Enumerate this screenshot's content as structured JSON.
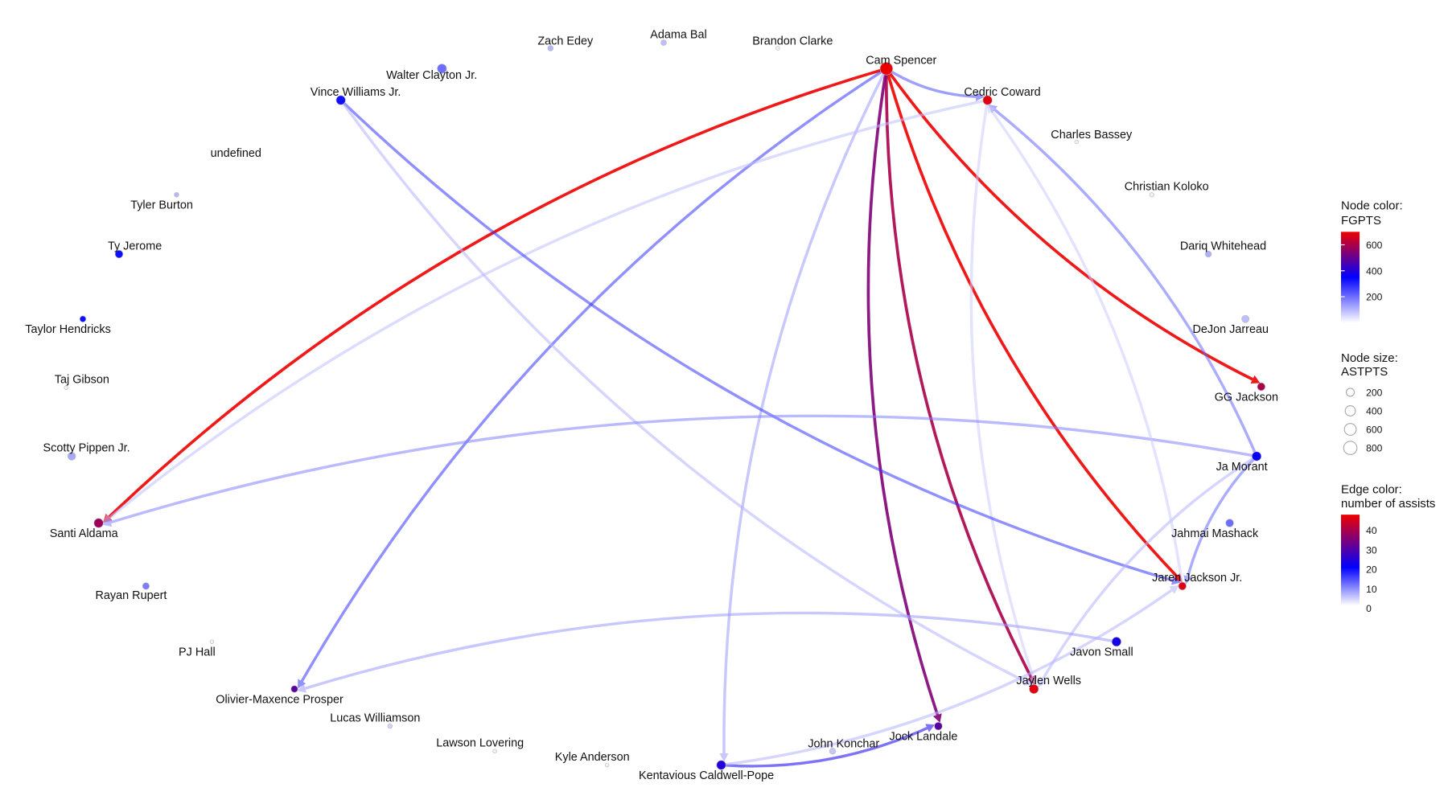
{
  "legend": {
    "node_color_title": [
      "Node color:",
      "FGPTS"
    ],
    "node_color_ticks": [
      200,
      400,
      600
    ],
    "node_color_range": [
      0,
      700
    ],
    "node_size_title": [
      "Node size:",
      "ASTPTS"
    ],
    "node_size_values": [
      200,
      400,
      600,
      800
    ],
    "edge_color_title": [
      "Edge color:",
      "number of assists"
    ],
    "edge_color_ticks": [
      0,
      10,
      20,
      30,
      40
    ],
    "edge_color_range": [
      0,
      48
    ]
  },
  "colors": {
    "low": "#ffffff",
    "mid": "#0000ff",
    "high": "#ee0000"
  },
  "chart_data": {
    "type": "network",
    "nodes": [
      {
        "name": "Cam Spencer",
        "fgpts": 700,
        "astpts": 1000
      },
      {
        "name": "Cedric Coward",
        "fgpts": 680,
        "astpts": 500
      },
      {
        "name": "Zach Edey",
        "fgpts": 100,
        "astpts": 150
      },
      {
        "name": "Adama Bal",
        "fgpts": 90,
        "astpts": 150
      },
      {
        "name": "Brandon Clarke",
        "fgpts": 20,
        "astpts": 60
      },
      {
        "name": "Walter Clayton Jr.",
        "fgpts": 200,
        "astpts": 500
      },
      {
        "name": "Vince Williams Jr.",
        "fgpts": 330,
        "astpts": 500
      },
      {
        "name": "undefined",
        "fgpts": null,
        "astpts": null
      },
      {
        "name": "Tyler Burton",
        "fgpts": 100,
        "astpts": 100
      },
      {
        "name": "Ty Jerome",
        "fgpts": 330,
        "astpts": 350
      },
      {
        "name": "Taylor Hendricks",
        "fgpts": 330,
        "astpts": 200
      },
      {
        "name": "Taj Gibson",
        "fgpts": 20,
        "astpts": 60
      },
      {
        "name": "Scotty Pippen Jr.",
        "fgpts": 120,
        "astpts": 350
      },
      {
        "name": "Santi Aldama",
        "fgpts": 580,
        "astpts": 500
      },
      {
        "name": "Rayan Rupert",
        "fgpts": 180,
        "astpts": 250
      },
      {
        "name": "PJ Hall",
        "fgpts": 20,
        "astpts": 60
      },
      {
        "name": "Olivier-Maxence Prosper",
        "fgpts": 480,
        "astpts": 250
      },
      {
        "name": "Lucas Williamson",
        "fgpts": 60,
        "astpts": 100
      },
      {
        "name": "Lawson Lovering",
        "fgpts": 20,
        "astpts": 60
      },
      {
        "name": "Kyle Anderson",
        "fgpts": 20,
        "astpts": 60
      },
      {
        "name": "Kentavious Caldwell-Pope",
        "fgpts": 400,
        "astpts": 500
      },
      {
        "name": "John Konchar",
        "fgpts": 80,
        "astpts": 200
      },
      {
        "name": "Jock Landale",
        "fgpts": 480,
        "astpts": 350
      },
      {
        "name": "Jaylen Wells",
        "fgpts": 680,
        "astpts": 500
      },
      {
        "name": "Javon Small",
        "fgpts": 380,
        "astpts": 500
      },
      {
        "name": "Jaren Jackson Jr.",
        "fgpts": 680,
        "astpts": 350
      },
      {
        "name": "Jahmai Mashack",
        "fgpts": 200,
        "astpts": 350
      },
      {
        "name": "Ja Morant",
        "fgpts": 360,
        "astpts": 500
      },
      {
        "name": "GG Jackson",
        "fgpts": 600,
        "astpts": 350
      },
      {
        "name": "DeJon Jarreau",
        "fgpts": 90,
        "astpts": 300
      },
      {
        "name": "Dariq Whitehead",
        "fgpts": 110,
        "astpts": 200
      },
      {
        "name": "Christian Koloko",
        "fgpts": 20,
        "astpts": 80
      },
      {
        "name": "Charles Bassey",
        "fgpts": 20,
        "astpts": 60
      }
    ],
    "edges": [
      {
        "from": "Cam Spencer",
        "to": "Santi Aldama",
        "assists": 48
      },
      {
        "from": "Cam Spencer",
        "to": "GG Jackson",
        "assists": 48
      },
      {
        "from": "Cam Spencer",
        "to": "Jaren Jackson Jr.",
        "assists": 48
      },
      {
        "from": "Cam Spencer",
        "to": "Jaylen Wells",
        "assists": 40
      },
      {
        "from": "Cam Spencer",
        "to": "Jock Landale",
        "assists": 35
      },
      {
        "from": "Cam Spencer",
        "to": "Olivier-Maxence Prosper",
        "assists": 16
      },
      {
        "from": "Cam Spencer",
        "to": "Kentavious Caldwell-Pope",
        "assists": 8
      },
      {
        "from": "Cam Spencer",
        "to": "Cedric Coward",
        "assists": 14
      },
      {
        "from": "Cedric Coward",
        "to": "Santi Aldama",
        "assists": 5
      },
      {
        "from": "Cedric Coward",
        "to": "Jaylen Wells",
        "assists": 4
      },
      {
        "from": "Vince Williams Jr.",
        "to": "Jaren Jackson Jr.",
        "assists": 16
      },
      {
        "from": "Vince Williams Jr.",
        "to": "Jaylen Wells",
        "assists": 6
      },
      {
        "from": "Ja Morant",
        "to": "Santi Aldama",
        "assists": 10
      },
      {
        "from": "Ja Morant",
        "to": "Cedric Coward",
        "assists": 12
      },
      {
        "from": "Ja Morant",
        "to": "Jaren Jackson Jr.",
        "assists": 12
      },
      {
        "from": "Ja Morant",
        "to": "Jaylen Wells",
        "assists": 6
      },
      {
        "from": "Javon Small",
        "to": "Olivier-Maxence Prosper",
        "assists": 8
      },
      {
        "from": "Kentavious Caldwell-Pope",
        "to": "Jock Landale",
        "assists": 22
      },
      {
        "from": "Kentavious Caldwell-Pope",
        "to": "Jaren Jackson Jr.",
        "assists": 6
      },
      {
        "from": "Jaren Jackson Jr.",
        "to": "Cedric Coward",
        "assists": 4
      }
    ]
  }
}
